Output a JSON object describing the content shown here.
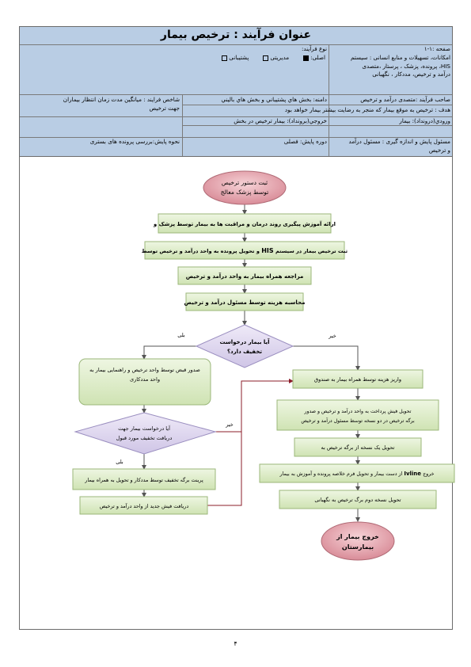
{
  "title": "عنوان فرآیند : ترخیص بیمار",
  "header": {
    "page_label": "صفحه :۱-۱",
    "process_type_label": "نوع فرآیند:",
    "type_main": "اصلی:",
    "type_management": "مدیریتی",
    "type_support": "پشتیبانی",
    "facilities": [
      "امکانات، تسهیلات و منابع انسانی : سیستم",
      "HIS، پرونده، پزشک ، پرستار ،متصدی",
      "درآمد و ترخیص، مددکار ، نگهبانی"
    ],
    "owner": "صاحب فرآیند :متصدی درآمد و ترخیص",
    "scope": "دامنه: بخش هاي پشتيباني و بخش هاي باليني",
    "indicator": [
      "شاخص فرایند : میانگین مدت زمان انتظار بیماران",
      "جهت ترخیص"
    ],
    "goal": "هدف : ترخیص به موقع بیمار که منجر به رضایت بیشتر بیمار خواهد بود",
    "input": "ورودي(درونداد): بیمار",
    "output": "خروجي(برونداد): بيمار ترخيص در بخش",
    "monitor_owner": [
      "مسئول پایش و اندازه گیری : مسئول درآمد",
      "و ترخیص"
    ],
    "monitor_period": "دوره پایش: فصلی",
    "monitor_method": "نحوه پایش:بررسی پرونده های بستری"
  },
  "flow": {
    "start": [
      "ثبت دستور ترخيص",
      "توسط پزشک معالج"
    ],
    "s1": "ارائه آموزش پیگیری روند درمان و مراقبت ها به بیمار توسط پزشک و",
    "s2_a": "ثبت ترخیص بیمار در سیستم",
    "s2_his": "HIS",
    "s2_b": "و تحویل پرونده به واحد درآمد و ترخیص توسط",
    "s3": "مراجعه همراه بیمار به واحد درآمد و ترخیص",
    "s4": "محاسبه هزینه توسط مسئول درآمد و ترخیص",
    "d1": [
      "آیا بیمار درخواست",
      "تخفیف دارد؟"
    ],
    "yes": "بلی",
    "no": "خیر",
    "l1": [
      "صدور قبض توسط واحد ترخیص و راهنمایی بیمار به",
      "واحد مددکاری"
    ],
    "d2": [
      "آیا درخواست بیمار جهت",
      "دریافت تخفیف مورد قبول"
    ],
    "l2": "پرینت برگه تخفیف توسط مددکار و تحویل به همراه بیمار",
    "l3": "دریافت فیش جدید از واحد درآمد و ترخیص",
    "r1": "واریز هزینه توسط همراه بیمار به صندوق",
    "r2": [
      "تحویل فیش پرداخت به واحد درآمد و ترخیص و صدور",
      "برگه ترخیص در دو نسخه توسط مسئول درآمد و ترخیص"
    ],
    "r3": "تحویل یک نسخه از برگه ترخیص به",
    "r4_a": "خروج",
    "r4_line": "Ivline",
    "r4_b": "از دست بیمار و تحویل فرم خلاصه پرونده و آموزش به بیمار",
    "r5": "تحویل نسخه دوم برگ ترخیص به نگهبانی",
    "end": [
      "خروج بیمار از",
      "بیمارستان"
    ]
  },
  "page_number": "۴",
  "colors": {
    "header_bg": "#b9cde4",
    "process_fill": "#dcebc6",
    "decision_fill": "#ddd5ee",
    "terminal_fill": "#e8a9b2",
    "connector": "#8b1d2a"
  }
}
